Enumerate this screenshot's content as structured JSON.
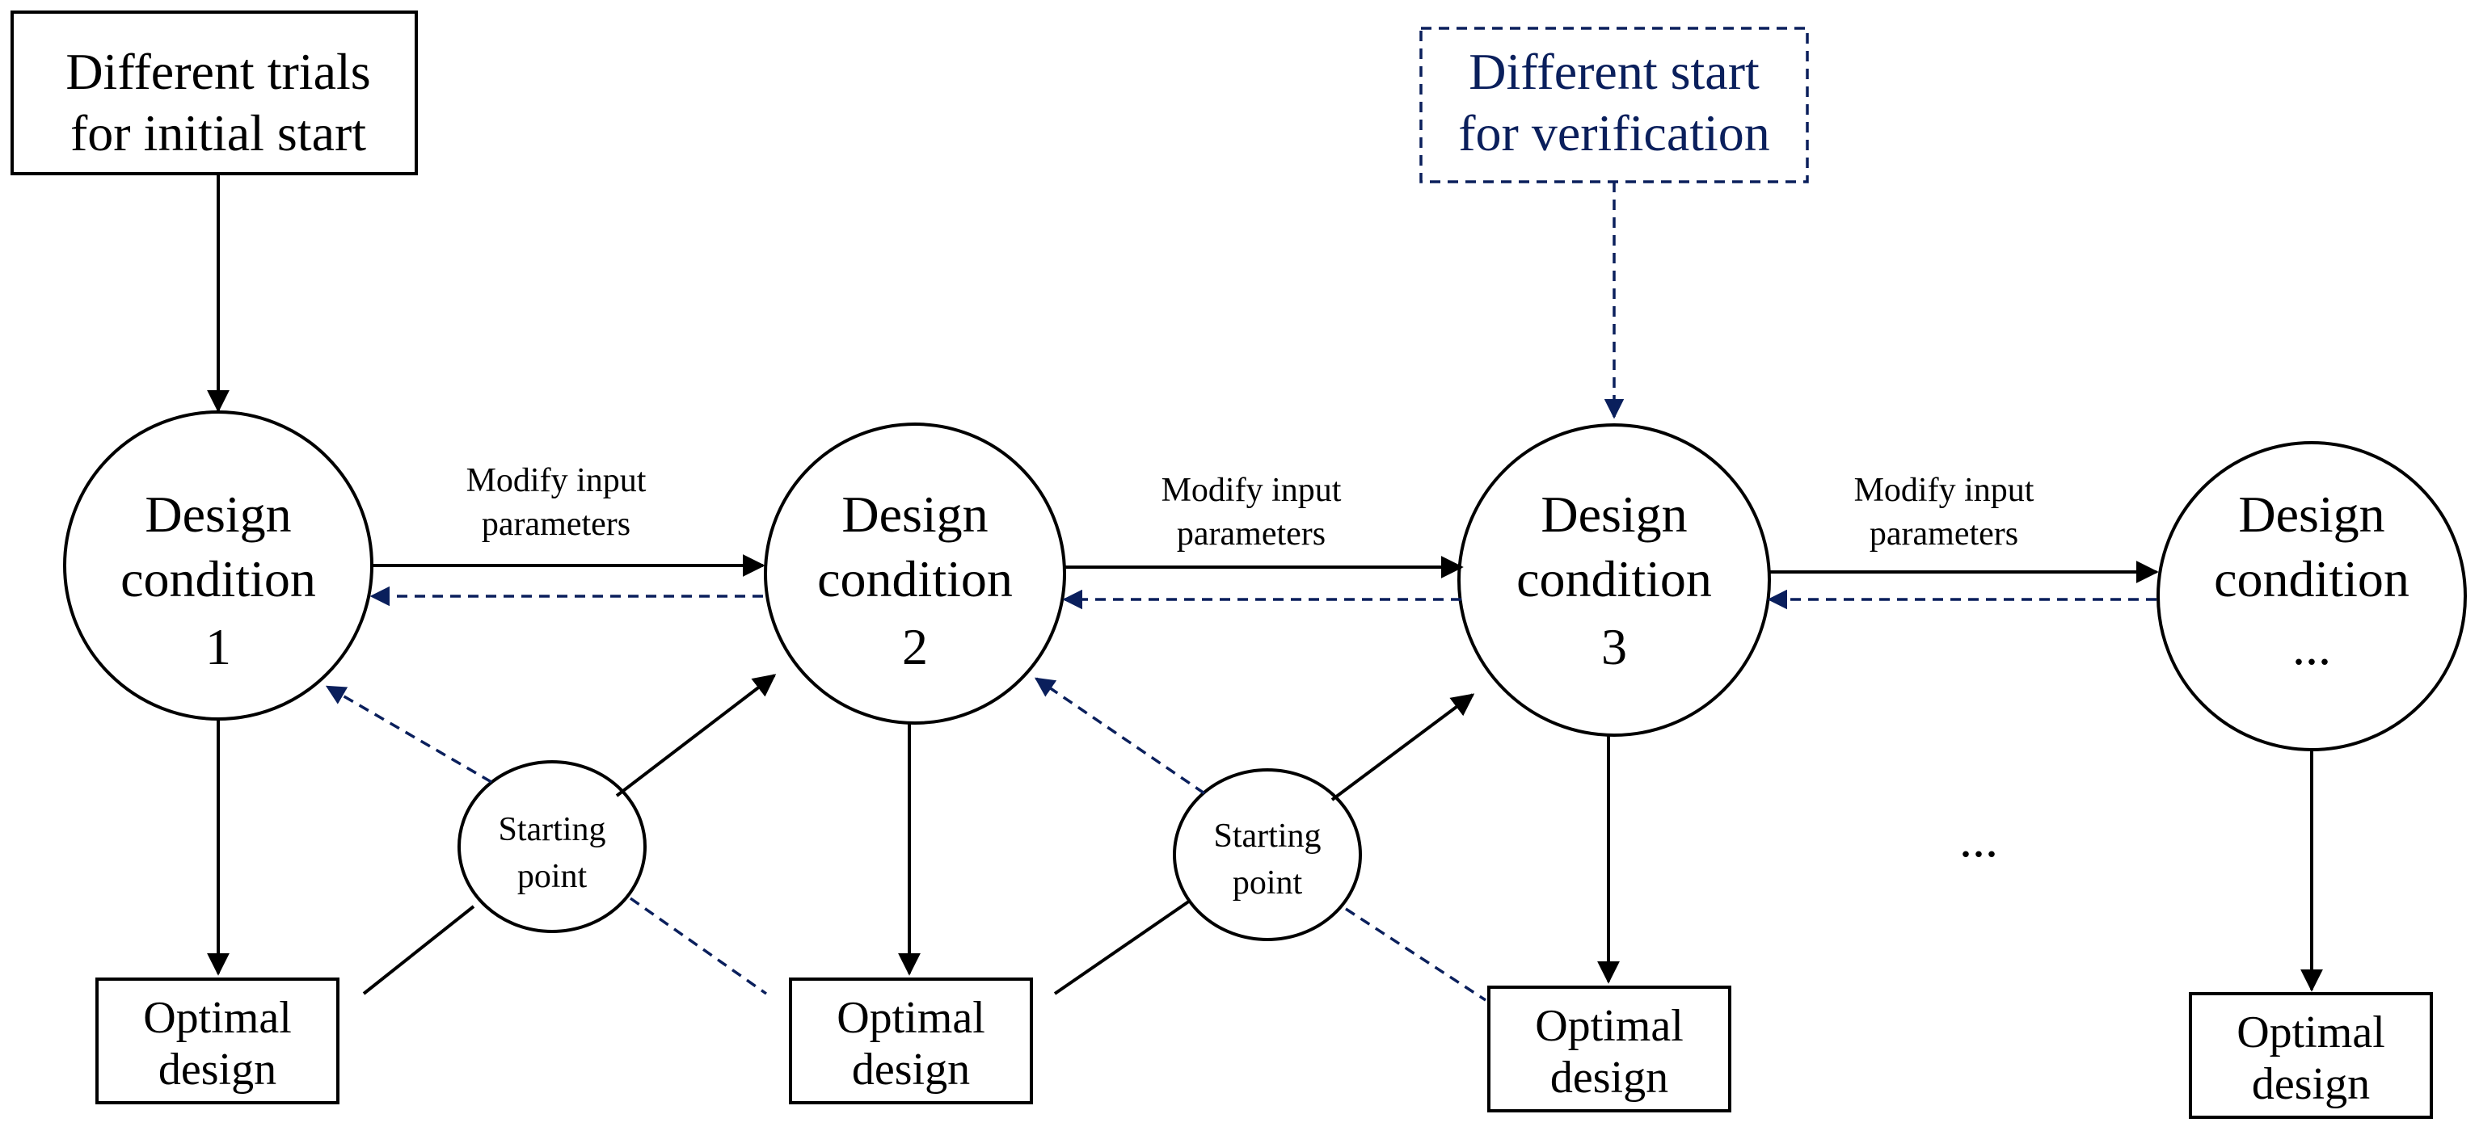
{
  "trial_box": {
    "line1": "Different trials",
    "line2": "for initial start"
  },
  "verify_box": {
    "line1": "Different start",
    "line2": "for verification"
  },
  "conditions": [
    {
      "line1": "Design",
      "line2": "condition",
      "line3": "1"
    },
    {
      "line1": "Design",
      "line2": "condition",
      "line3": "2"
    },
    {
      "line1": "Design",
      "line2": "condition",
      "line3": "3"
    },
    {
      "line1": "Design",
      "line2": "condition",
      "line3": "..."
    }
  ],
  "modify_labels": [
    {
      "line1": "Modify input",
      "line2": "parameters"
    },
    {
      "line1": "Modify input",
      "line2": "parameters"
    },
    {
      "line1": "Modify input",
      "line2": "parameters"
    }
  ],
  "starting_points": [
    {
      "line1": "Starting",
      "line2": "point"
    },
    {
      "line1": "Starting",
      "line2": "point"
    }
  ],
  "optimal_boxes": [
    {
      "line1": "Optimal",
      "line2": "design"
    },
    {
      "line1": "Optimal",
      "line2": "design"
    },
    {
      "line1": "Optimal",
      "line2": "design"
    },
    {
      "line1": "Optimal",
      "line2": "design"
    }
  ],
  "ellipsis_text": "...",
  "colors": {
    "primary": "#000000",
    "verification": "#0a1f5c"
  }
}
